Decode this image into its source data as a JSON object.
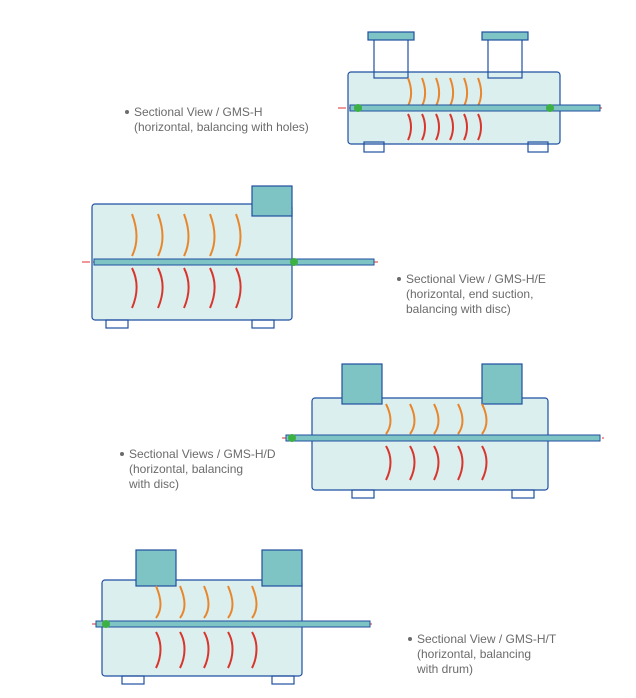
{
  "views": [
    {
      "id": "gms-h",
      "lines": [
        "Sectional View / GMS-H",
        "(horizontal, balancing with holes)"
      ]
    },
    {
      "id": "gms-h-e",
      "lines": [
        "Sectional View / GMS-H/E",
        "(horizontal, end suction,",
        "balancing with disc)"
      ]
    },
    {
      "id": "gms-h-d",
      "lines": [
        "Sectional Views / GMS-H/D",
        "(horizontal, balancing",
        "with disc)"
      ]
    },
    {
      "id": "gms-h-t",
      "lines": [
        "Sectional View / GMS-H/T",
        "(horizontal, balancing",
        "with drum)"
      ]
    }
  ],
  "colors": {
    "outline": "#1f4fa0",
    "casing_fill": "#7fc4c4",
    "impeller_orange": "#e8862c",
    "impeller_red": "#d8362c",
    "centerline_red": "#e03030",
    "seal_green": "#3cb043",
    "text": "#6b6b6b"
  }
}
